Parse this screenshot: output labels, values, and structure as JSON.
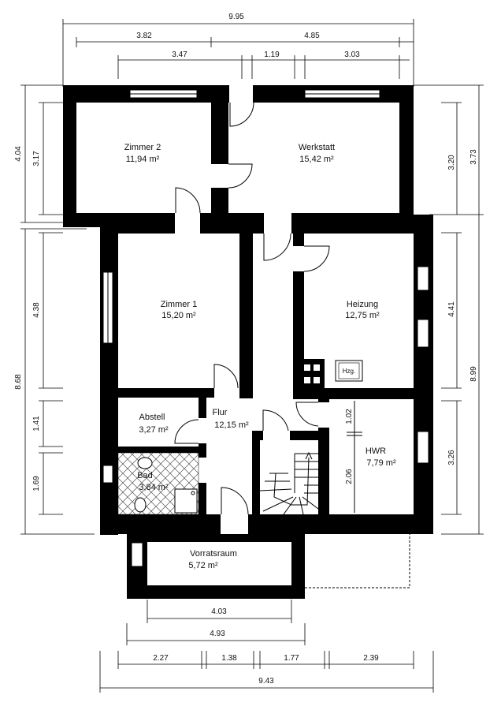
{
  "dimensions": {
    "top_total": "9.95",
    "top_left": "3.82",
    "top_right": "4.85",
    "top_inner_left": "3.47",
    "top_inner_mid": "1.19",
    "top_inner_right": "3.03",
    "left_outer_top": "4.04",
    "left_inner_top": "3.17",
    "left_outer_bottom": "8.68",
    "left_inner_mid": "4.38",
    "left_inner_small": "1.41",
    "left_inner_bottom": "1.69",
    "right_outer_top": "3.73",
    "right_inner_top": "3.20",
    "right_outer_bottom": "8.99",
    "right_inner_mid": "4.41",
    "right_inner_bottom": "3.26",
    "hwr_small": "1.02",
    "hwr_large": "2.06",
    "bottom_1": "4.03",
    "bottom_2": "4.93",
    "bottom_a": "2.27",
    "bottom_b": "1.38",
    "bottom_c": "1.77",
    "bottom_d": "2.39",
    "bottom_total": "9.43"
  },
  "rooms": {
    "zimmer2": {
      "name": "Zimmer 2",
      "area": "11,94 m²"
    },
    "werkstatt": {
      "name": "Werkstatt",
      "area": "15,42 m²"
    },
    "zimmer1": {
      "name": "Zimmer 1",
      "area": "15,20 m²"
    },
    "heizung": {
      "name": "Heizung",
      "area": "12,75 m²"
    },
    "abstell": {
      "name": "Abstell",
      "area": "3,27 m²"
    },
    "flur": {
      "name": "Flur",
      "area": "12,15 m²"
    },
    "hwr": {
      "name": "HWR",
      "area": "7,79 m²"
    },
    "bad": {
      "name": "Bad",
      "area": "3,84 m²"
    },
    "vorratsraum": {
      "name": "Vorratsraum",
      "area": "5,72 m²"
    }
  },
  "labels": {
    "heater": "Hzg."
  }
}
